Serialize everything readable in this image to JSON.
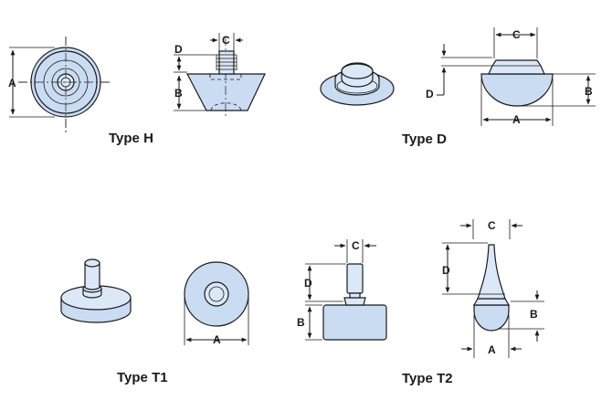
{
  "types": [
    {
      "id": "h",
      "caption": "Type H",
      "dims": {
        "a": "A",
        "b": "B",
        "c": "C",
        "d": "D"
      }
    },
    {
      "id": "d",
      "caption": "Type D",
      "dims": {
        "a": "A",
        "b": "B",
        "c": "C",
        "d": "D"
      }
    },
    {
      "id": "t1",
      "caption": "Type T1",
      "dims": {
        "a": "A"
      }
    },
    {
      "id": "t2",
      "caption": "Type T2",
      "dims": {
        "a": "A",
        "b": "B",
        "c": "C",
        "d": "D"
      }
    }
  ],
  "t1_side_dims": {
    "b": "B",
    "c": "C",
    "d": "D"
  },
  "colors": {
    "part_fill": "#c9dcf2",
    "line": "#1a1a1a"
  }
}
